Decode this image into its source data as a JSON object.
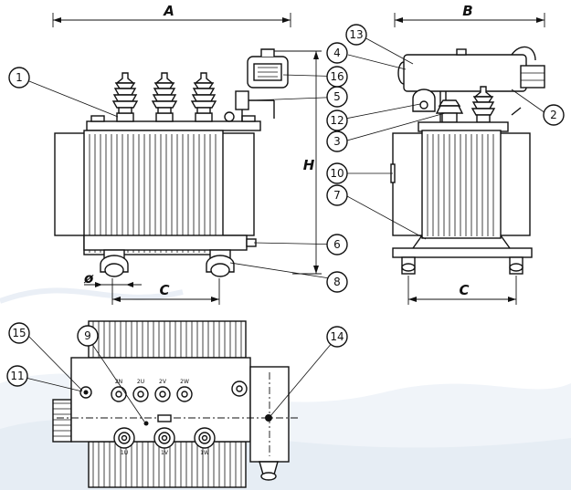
{
  "dimensions": {
    "A": "A",
    "B": "B",
    "H": "H",
    "C_front": "C",
    "C_side": "C",
    "phi": "ø"
  },
  "callouts": [
    "1",
    "2",
    "3",
    "4",
    "5",
    "6",
    "7",
    "8",
    "9",
    "10",
    "11",
    "12",
    "13",
    "14",
    "15",
    "16"
  ],
  "terminals": {
    "lv": [
      "2N",
      "2U",
      "2V",
      "2W"
    ],
    "hv": [
      "1U",
      "1V",
      "1W"
    ]
  },
  "colors": {
    "ink": "#111111",
    "background": "#ffffff",
    "watermark": "#c9d6e6"
  }
}
